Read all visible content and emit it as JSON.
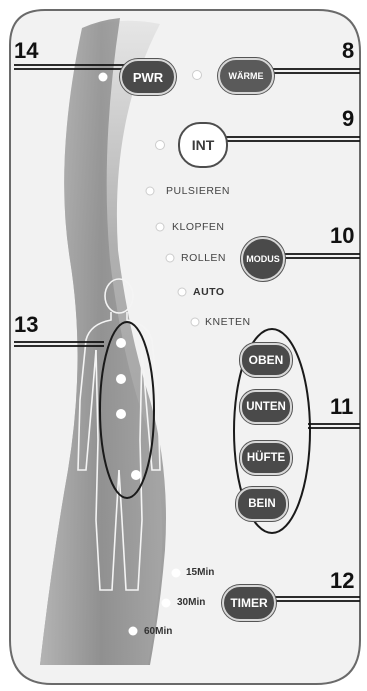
{
  "remote": {
    "buttons": {
      "pwr": "PWR",
      "waerme": "WÄRME",
      "int": "INT",
      "modus": "MODUS",
      "oben": "OBEN",
      "unten": "UNTEN",
      "huefte": "HÜFTE",
      "bein": "BEIN",
      "timer": "TIMER"
    },
    "modes": [
      "PULSIEREN",
      "KLOPFEN",
      "ROLLEN",
      "AUTO",
      "KNETEN"
    ],
    "timers": [
      "15Min",
      "30Min",
      "60Min"
    ]
  },
  "callouts": {
    "c14": "14",
    "c8": "8",
    "c9": "9",
    "c10": "10",
    "c13": "13",
    "c11": "11",
    "c12": "12"
  },
  "colors": {
    "panel": "#ececec",
    "body_band": "#9a9a9a",
    "button_dark": "#4a4a4a",
    "led": "#ffffff"
  }
}
